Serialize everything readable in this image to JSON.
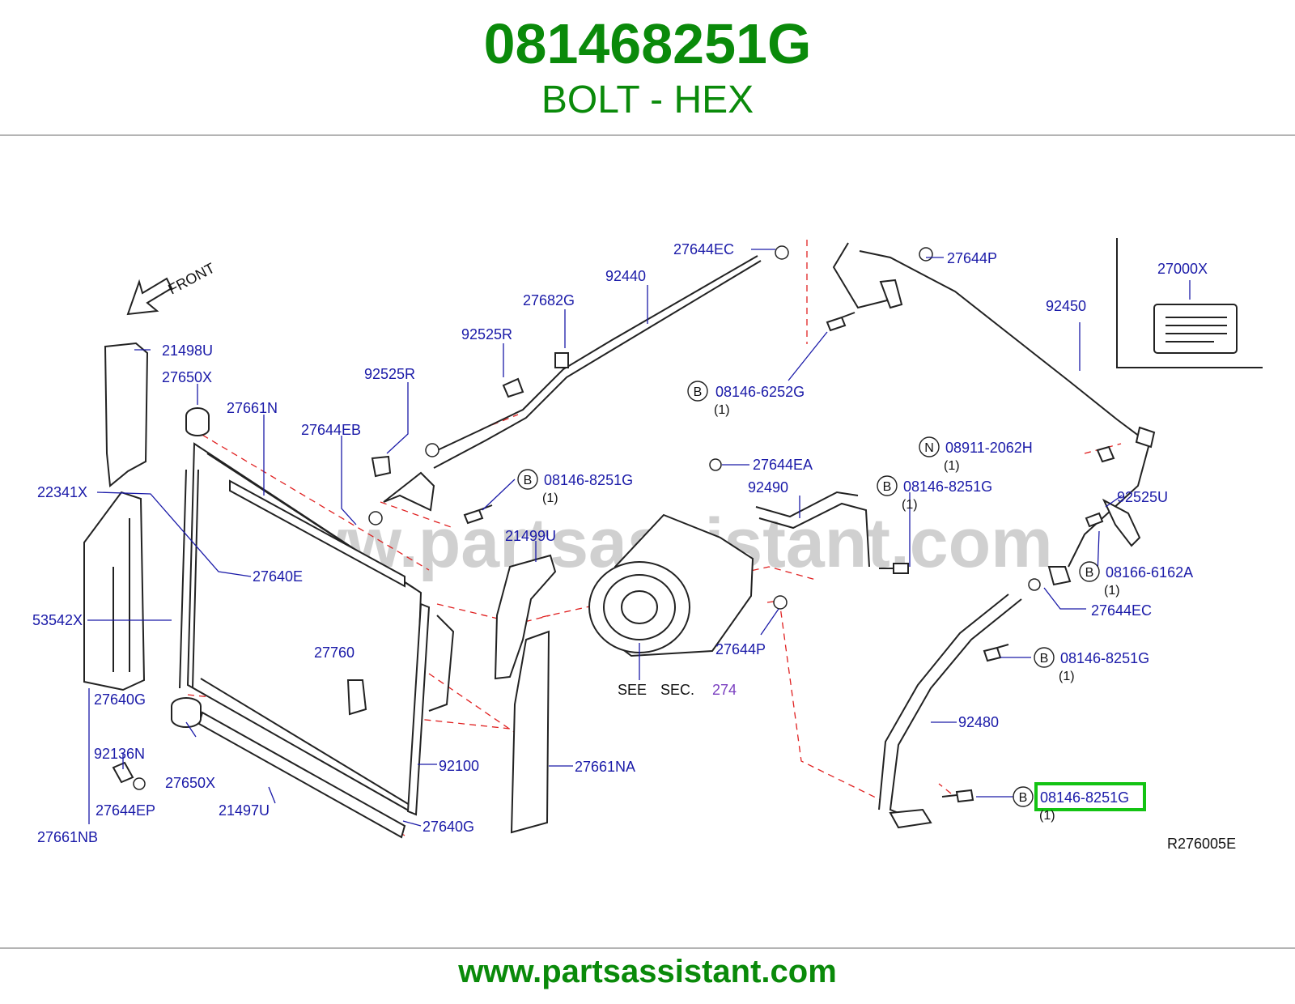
{
  "header": {
    "part_number": "081468251G",
    "part_name": "BOLT - HEX"
  },
  "footer": {
    "url": "www.partsassistant.com"
  },
  "diagram": {
    "watermark": "www.partsassistant.com",
    "front_label": "FRONT",
    "figure_code": "R276005E",
    "see_sec": {
      "see": "SEE",
      "sec": "SEC.",
      "number": "274"
    },
    "highlight_color": "#13c313",
    "labels": {
      "p27644EC_top": "27644EC",
      "p92440": "92440",
      "p27682G": "27682G",
      "p92525R_a": "92525R",
      "p92525R_b": "92525R",
      "p27644P_top": "27644P",
      "p92450": "92450",
      "p27000X": "27000X",
      "p21498U": "21498U",
      "p27650X_top": "27650X",
      "p27661N": "27661N",
      "p27644EB": "27644EB",
      "p22341X": "22341X",
      "p27640E": "27640E",
      "p53542X": "53542X",
      "p27640G_left": "27640G",
      "p92136N": "92136N",
      "p27650X_bot": "27650X",
      "p27644EP": "27644EP",
      "p21497U": "21497U",
      "p27661NB": "27661NB",
      "p27640G_bot": "27640G",
      "p92100": "92100",
      "p27661NA": "27661NA",
      "p27760": "27760",
      "p21499U": "21499U",
      "p27644EA": "27644EA",
      "p92490": "92490",
      "p27644P_mid": "27644P",
      "p92525U": "92525U",
      "p27644EC_right": "27644EC",
      "p92480": "92480"
    },
    "callouts": {
      "c08146_6252G": {
        "letter": "B",
        "number": "08146-6252G",
        "qty": "(1)"
      },
      "c08911_2062H": {
        "letter": "N",
        "number": "08911-2062H",
        "qty": "(1)"
      },
      "c08146_8251G_a": {
        "letter": "B",
        "number": "08146-8251G",
        "qty": "(1)"
      },
      "c08146_8251G_b": {
        "letter": "B",
        "number": "08146-8251G",
        "qty": "(1)"
      },
      "c08166_6162A": {
        "letter": "B",
        "number": "08166-6162A",
        "qty": "(1)"
      },
      "c08146_8251G_c": {
        "letter": "B",
        "number": "08146-8251G",
        "qty": "(1)"
      },
      "c08146_8251G_hl": {
        "letter": "B",
        "number": "08146-8251G",
        "qty": "(1)"
      }
    }
  }
}
